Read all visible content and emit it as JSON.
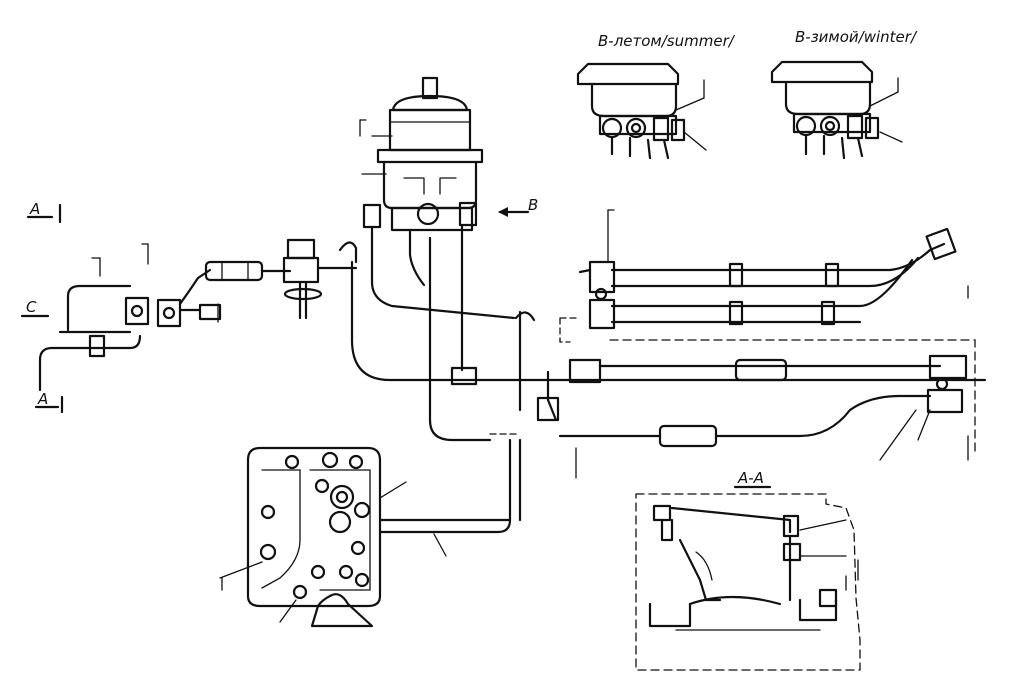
{
  "labels": {
    "view_summer": "В-летом/summer/",
    "view_winter": "В-зимой/winter/",
    "section_top": "А",
    "section_bottom": "А",
    "section_c": "С",
    "view_arrow_b": "В",
    "section_aa": "А-А"
  }
}
